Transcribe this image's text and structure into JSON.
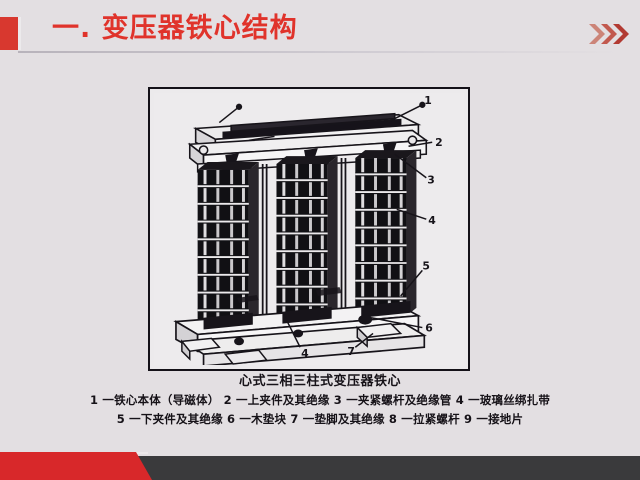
{
  "slide": {
    "title": "一. 变压器铁心结构",
    "accent_color": "#d8382f",
    "title_color": "#e0332b",
    "background_color": "#e3dfe2",
    "footer_color": "#3a3a3c"
  },
  "figure": {
    "alt_name": "心式三相三柱式变压器铁心结构图",
    "caption_title": "心式三相三柱式变压器铁心",
    "callouts": [
      "1",
      "2",
      "3",
      "4",
      "5",
      "6",
      "7"
    ],
    "legend_lines": [
      "1 一铁心本体（导磁体）   2 一上夹件及其绝缘   3 一夹紧螺杆及绝缘管   4 一玻璃丝绑扎带",
      "5 一下夹件及其绝缘   6 一木垫块   7 一垫脚及其绝缘   8 一拉紧螺杆   9 一接地片"
    ],
    "legend_items": [
      {
        "num": "1",
        "label": "铁心本体（导磁体）"
      },
      {
        "num": "2",
        "label": "上夹件及其绝缘"
      },
      {
        "num": "3",
        "label": "夹紧螺杆及绝缘管"
      },
      {
        "num": "4",
        "label": "玻璃丝绑扎带"
      },
      {
        "num": "5",
        "label": "下夹件及其绝缘"
      },
      {
        "num": "6",
        "label": "木垫块"
      },
      {
        "num": "7",
        "label": "垫脚及其绝缘"
      },
      {
        "num": "8",
        "label": "拉紧螺杆"
      },
      {
        "num": "9",
        "label": "接地片"
      }
    ]
  },
  "decor": {
    "chevron_icon": "triple-chevron-right",
    "chevron_colors": [
      "#c9766a",
      "#c1564c",
      "#b33a33"
    ]
  }
}
